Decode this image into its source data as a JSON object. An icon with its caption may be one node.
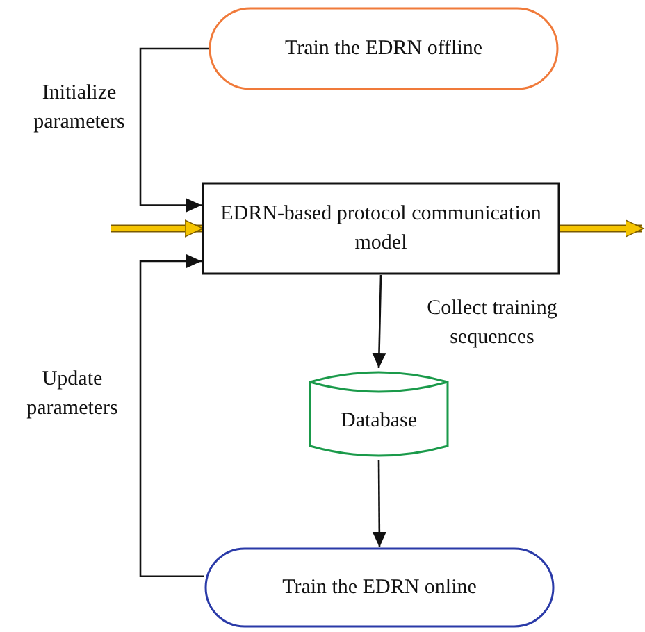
{
  "diagram": {
    "nodes": [
      {
        "text": [
          "Train the EDRN offline"
        ]
      },
      {
        "text": [
          "EDRN-based protocol communication model"
        ]
      },
      {
        "text": [
          "Database"
        ]
      },
      {
        "text": [
          "Train the EDRN online"
        ]
      }
    ],
    "edges": [
      {
        "from": 0,
        "to": 1,
        "arrow": "to",
        "label": "Initialize parameters"
      },
      {
        "from": 3,
        "to": 1,
        "arrow": "to",
        "label": "Update parameters"
      },
      {
        "from": 1,
        "to": 2,
        "arrow": "to",
        "label": "Collect training sequences"
      },
      {
        "from": 2,
        "to": 3,
        "arrow": "to"
      },
      {
        "from": null,
        "to": 1,
        "arrow": "to",
        "style": "thick",
        "color": "#f5c400"
      },
      {
        "from": 1,
        "to": null,
        "arrow": "to",
        "style": "thick",
        "color": "#f5c400"
      }
    ]
  }
}
